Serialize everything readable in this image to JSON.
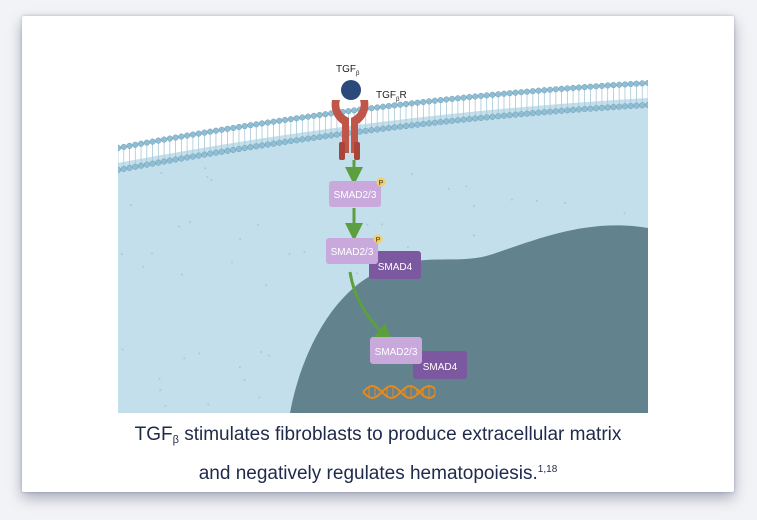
{
  "diagram": {
    "ligand": {
      "name": "TGF",
      "subscript": "β"
    },
    "receptor": {
      "name": "TGF",
      "subscript": "β",
      "suffix": "R"
    },
    "phospho_label": "P",
    "smad23_label": "SMAD2/3",
    "smad4_label": "SMAD4"
  },
  "caption": {
    "prefix": "TGF",
    "subscript": "β",
    "line1_rest": " stimulates fibroblasts to produce extracellular matrix",
    "line2": "and negatively regulates hematopoiesis.",
    "refs": "1,18"
  },
  "colors": {
    "cytoplasm": "#c3dfeb",
    "nucleus": "#62838d",
    "membrane_head": "#8fbdd3",
    "receptor": "#c0564a",
    "ligand": "#2a4a7c",
    "smad23": "#c9a8dc",
    "smad4": "#7c58a0",
    "arrow": "#5c9e40",
    "phospho": "#f2cf6a",
    "dna": "#e8891c",
    "caption_text": "#1f2a4a"
  }
}
